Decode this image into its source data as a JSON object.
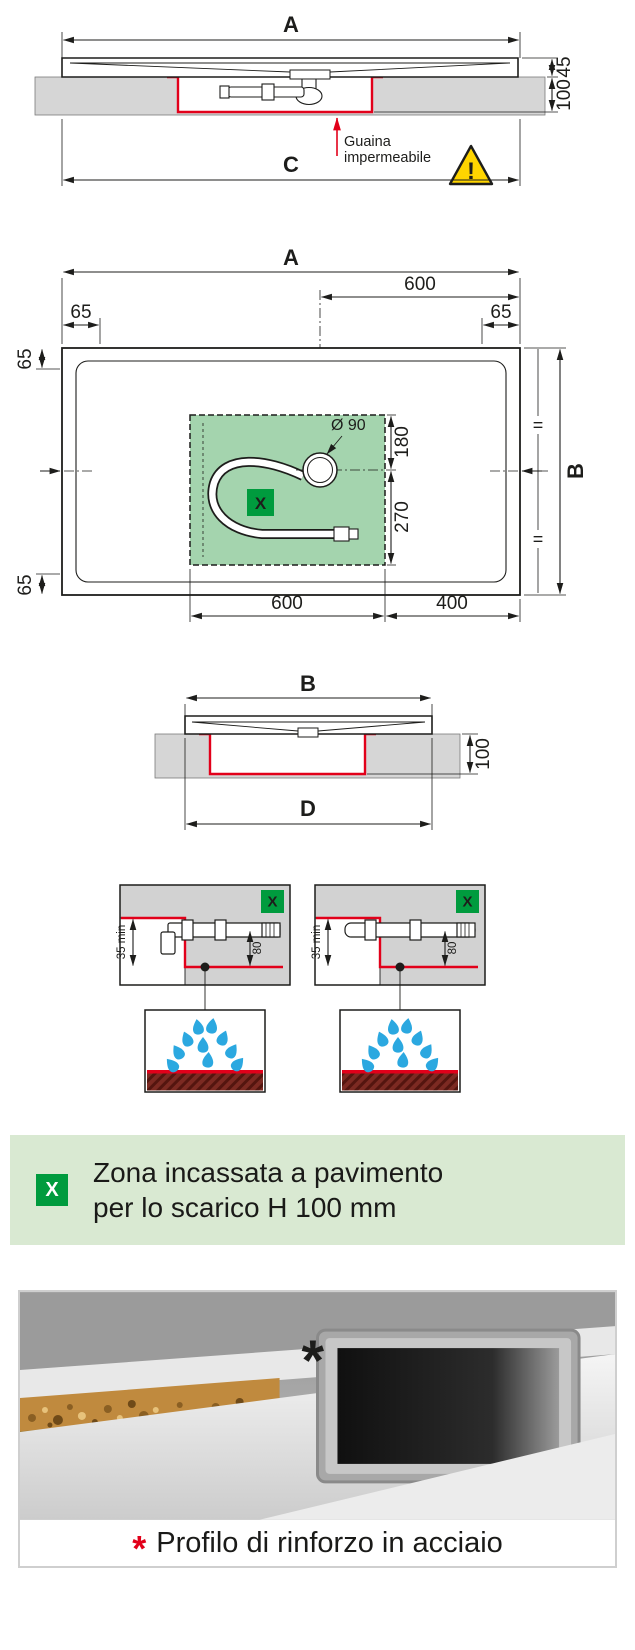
{
  "colors": {
    "accent_red": "#e2001a",
    "badge_green": "#009b3e",
    "zone_green": "#a4d4ae",
    "banner_green": "#d9e9d2",
    "floor_gray": "#d6d6d6",
    "drop_blue": "#2ba8e0",
    "warning_yellow": "#ffd500"
  },
  "section_top": {
    "dim_a": "A",
    "dim_45": "45",
    "dim_100": "100",
    "dim_c": "C",
    "guaina_line1": "Guaina",
    "guaina_line2": "impermeabile",
    "warning_mark": "!"
  },
  "plan": {
    "dim_a": "A",
    "dim_600_top": "600",
    "dim_65_top_left": "65",
    "dim_65_top_right": "65",
    "dim_65_left_upper": "65",
    "dim_65_left_lower": "65",
    "dim_diameter": "Ø 90",
    "dim_180": "180",
    "dim_270": "270",
    "dim_b": "B",
    "equal_upper": "=",
    "equal_lower": "=",
    "dim_600_bottom": "600",
    "dim_400_bottom": "400",
    "badge_x": "X"
  },
  "section_b": {
    "dim_b": "B",
    "dim_100": "100",
    "dim_d": "D"
  },
  "details": {
    "badge_x": "X",
    "dim_35min": "35 min",
    "dim_80": "80"
  },
  "banner": {
    "badge_x": "X",
    "line1": "Zona incassata a pavimento",
    "line2": "per lo scarico H 100 mm"
  },
  "photo": {
    "marker": "*",
    "caption_marker": "*",
    "caption": "Profilo di rinforzo in acciaio"
  }
}
